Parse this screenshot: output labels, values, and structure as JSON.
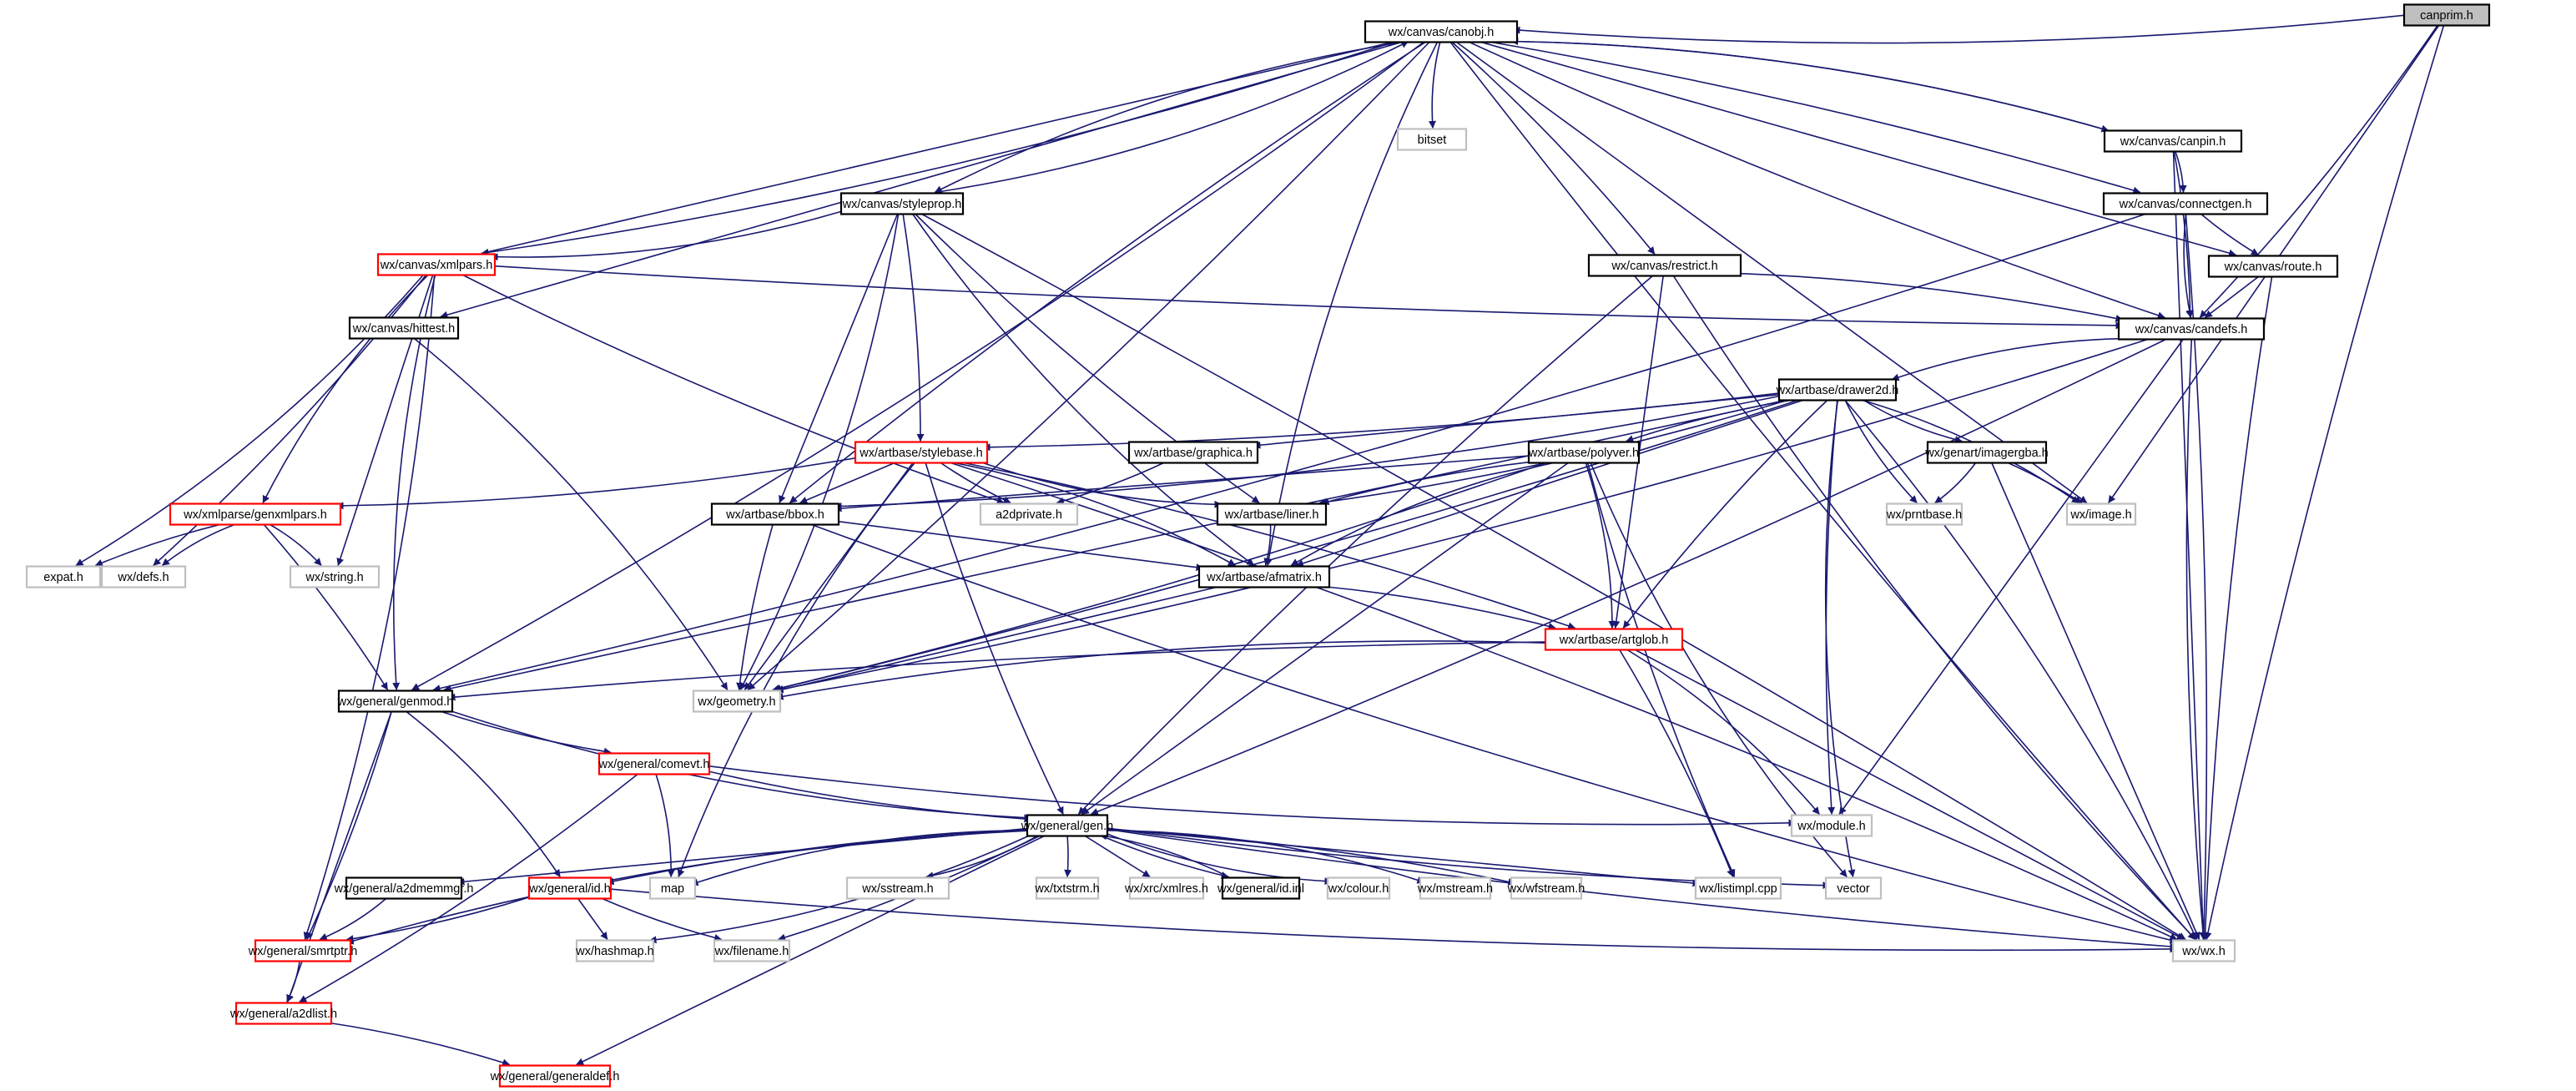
{
  "title": "canprim.h include dependency graph",
  "colors": {
    "edge": "#191970",
    "root_fill": "#bfbfbf",
    "normal_border": "#000000",
    "truncated_border": "#ff0000",
    "external_border": "#bfbfbf",
    "node_fill": "#ffffff"
  },
  "nodes": [
    {
      "id": "canprim",
      "label": "canprim.h",
      "kind": "root"
    },
    {
      "id": "canobj",
      "label": "wx/canvas/canobj.h",
      "kind": "normal"
    },
    {
      "id": "bitset",
      "label": "bitset",
      "kind": "external"
    },
    {
      "id": "canpin",
      "label": "wx/canvas/canpin.h",
      "kind": "normal"
    },
    {
      "id": "connectgen",
      "label": "wx/canvas/connectgen.h",
      "kind": "normal"
    },
    {
      "id": "route",
      "label": "wx/canvas/route.h",
      "kind": "normal"
    },
    {
      "id": "candefs",
      "label": "wx/canvas/candefs.h",
      "kind": "normal"
    },
    {
      "id": "styleprop",
      "label": "wx/canvas/styleprop.h",
      "kind": "normal"
    },
    {
      "id": "xmlpars",
      "label": "wx/canvas/xmlpars.h",
      "kind": "truncated"
    },
    {
      "id": "restrict",
      "label": "wx/canvas/restrict.h",
      "kind": "normal"
    },
    {
      "id": "hittest",
      "label": "wx/canvas/hittest.h",
      "kind": "normal"
    },
    {
      "id": "drawer2d",
      "label": "wx/artbase/drawer2d.h",
      "kind": "normal"
    },
    {
      "id": "stylebase",
      "label": "wx/artbase/stylebase.h",
      "kind": "truncated"
    },
    {
      "id": "graphica",
      "label": "wx/artbase/graphica.h",
      "kind": "normal"
    },
    {
      "id": "polyver",
      "label": "wx/artbase/polyver.h",
      "kind": "normal"
    },
    {
      "id": "imagergba",
      "label": "wx/genart/imagergba.h",
      "kind": "normal"
    },
    {
      "id": "genxmlpars",
      "label": "wx/xmlparse/genxmlpars.h",
      "kind": "truncated"
    },
    {
      "id": "bbox",
      "label": "wx/artbase/bbox.h",
      "kind": "normal"
    },
    {
      "id": "a2dprivate",
      "label": "a2dprivate.h",
      "kind": "external"
    },
    {
      "id": "liner",
      "label": "wx/artbase/liner.h",
      "kind": "normal"
    },
    {
      "id": "prntbase",
      "label": "wx/prntbase.h",
      "kind": "external"
    },
    {
      "id": "image",
      "label": "wx/image.h",
      "kind": "external"
    },
    {
      "id": "expat",
      "label": "expat.h",
      "kind": "external"
    },
    {
      "id": "defs",
      "label": "wx/defs.h",
      "kind": "external"
    },
    {
      "id": "string",
      "label": "wx/string.h",
      "kind": "external"
    },
    {
      "id": "afmatrix",
      "label": "wx/artbase/afmatrix.h",
      "kind": "normal"
    },
    {
      "id": "artglob",
      "label": "wx/artbase/artglob.h",
      "kind": "truncated"
    },
    {
      "id": "genmod",
      "label": "wx/general/genmod.h",
      "kind": "normal"
    },
    {
      "id": "geometry",
      "label": "wx/geometry.h",
      "kind": "external"
    },
    {
      "id": "comevt",
      "label": "wx/general/comevt.h",
      "kind": "truncated"
    },
    {
      "id": "module",
      "label": "wx/module.h",
      "kind": "external"
    },
    {
      "id": "gen",
      "label": "wx/general/gen.h",
      "kind": "normal"
    },
    {
      "id": "a2dmemmgr",
      "label": "wx/general/a2dmemmgr.h",
      "kind": "normal"
    },
    {
      "id": "id",
      "label": "wx/general/id.h",
      "kind": "truncated"
    },
    {
      "id": "map",
      "label": "map",
      "kind": "external"
    },
    {
      "id": "sstream",
      "label": "wx/sstream.h",
      "kind": "external"
    },
    {
      "id": "txtstrm",
      "label": "wx/txtstrm.h",
      "kind": "external"
    },
    {
      "id": "xmlres",
      "label": "wx/xrc/xmlres.h",
      "kind": "external"
    },
    {
      "id": "idinl",
      "label": "wx/general/id.inl",
      "kind": "normal"
    },
    {
      "id": "colour",
      "label": "wx/colour.h",
      "kind": "external"
    },
    {
      "id": "mstream",
      "label": "wx/mstream.h",
      "kind": "external"
    },
    {
      "id": "wfstream",
      "label": "wx/wfstream.h",
      "kind": "external"
    },
    {
      "id": "listimpl",
      "label": "wx/listimpl.cpp",
      "kind": "external"
    },
    {
      "id": "vector",
      "label": "vector",
      "kind": "external"
    },
    {
      "id": "smrtptr",
      "label": "wx/general/smrtptr.h",
      "kind": "truncated"
    },
    {
      "id": "hashmap",
      "label": "wx/hashmap.h",
      "kind": "external"
    },
    {
      "id": "filename",
      "label": "wx/filename.h",
      "kind": "external"
    },
    {
      "id": "wx",
      "label": "wx/wx.h",
      "kind": "external"
    },
    {
      "id": "a2dlist",
      "label": "wx/general/a2dlist.h",
      "kind": "truncated"
    },
    {
      "id": "generaldef",
      "label": "wx/general/generaldef.h",
      "kind": "truncated"
    }
  ],
  "edges": [
    [
      "canprim",
      "canobj"
    ],
    [
      "canprim",
      "candefs"
    ],
    [
      "canprim",
      "image"
    ],
    [
      "canprim",
      "wx"
    ],
    [
      "canobj",
      "bitset"
    ],
    [
      "canobj",
      "canpin"
    ],
    [
      "canobj",
      "connectgen"
    ],
    [
      "canobj",
      "route"
    ],
    [
      "canobj",
      "candefs"
    ],
    [
      "canobj",
      "styleprop"
    ],
    [
      "canobj",
      "xmlpars"
    ],
    [
      "canobj",
      "restrict"
    ],
    [
      "canobj",
      "hittest"
    ],
    [
      "canobj",
      "bbox"
    ],
    [
      "canobj",
      "afmatrix"
    ],
    [
      "canobj",
      "genmod"
    ],
    [
      "canobj",
      "geometry"
    ],
    [
      "canobj",
      "image"
    ],
    [
      "canobj",
      "wx"
    ],
    [
      "canpin",
      "canobj"
    ],
    [
      "canpin",
      "connectgen"
    ],
    [
      "canpin",
      "candefs"
    ],
    [
      "canpin",
      "wx"
    ],
    [
      "connectgen",
      "route"
    ],
    [
      "connectgen",
      "candefs"
    ],
    [
      "connectgen",
      "genmod"
    ],
    [
      "connectgen",
      "wx"
    ],
    [
      "route",
      "candefs"
    ],
    [
      "route",
      "wx"
    ],
    [
      "candefs",
      "drawer2d"
    ],
    [
      "candefs",
      "geometry"
    ],
    [
      "candefs",
      "gen"
    ],
    [
      "candefs",
      "module"
    ],
    [
      "candefs",
      "wx"
    ],
    [
      "styleprop",
      "canobj"
    ],
    [
      "styleprop",
      "xmlpars"
    ],
    [
      "styleprop",
      "stylebase"
    ],
    [
      "styleprop",
      "bbox"
    ],
    [
      "styleprop",
      "liner"
    ],
    [
      "styleprop",
      "afmatrix"
    ],
    [
      "styleprop",
      "geometry"
    ],
    [
      "styleprop",
      "wx"
    ],
    [
      "xmlpars",
      "canobj"
    ],
    [
      "xmlpars",
      "candefs"
    ],
    [
      "xmlpars",
      "genxmlpars"
    ],
    [
      "xmlpars",
      "expat"
    ],
    [
      "xmlpars",
      "defs"
    ],
    [
      "xmlpars",
      "string"
    ],
    [
      "xmlpars",
      "a2dprivate"
    ],
    [
      "xmlpars",
      "genmod"
    ],
    [
      "xmlpars",
      "smrtptr"
    ],
    [
      "restrict",
      "candefs"
    ],
    [
      "restrict",
      "artglob"
    ],
    [
      "restrict",
      "gen"
    ],
    [
      "restrict",
      "wx"
    ],
    [
      "hittest",
      "geometry"
    ],
    [
      "drawer2d",
      "stylebase"
    ],
    [
      "drawer2d",
      "graphica"
    ],
    [
      "drawer2d",
      "polyver"
    ],
    [
      "drawer2d",
      "imagergba"
    ],
    [
      "drawer2d",
      "bbox"
    ],
    [
      "drawer2d",
      "liner"
    ],
    [
      "drawer2d",
      "afmatrix"
    ],
    [
      "drawer2d",
      "artglob"
    ],
    [
      "drawer2d",
      "prntbase"
    ],
    [
      "drawer2d",
      "image"
    ],
    [
      "drawer2d",
      "geometry"
    ],
    [
      "drawer2d",
      "genmod"
    ],
    [
      "drawer2d",
      "module"
    ],
    [
      "drawer2d",
      "vector"
    ],
    [
      "drawer2d",
      "wx"
    ],
    [
      "stylebase",
      "genxmlpars"
    ],
    [
      "stylebase",
      "bbox"
    ],
    [
      "stylebase",
      "a2dprivate"
    ],
    [
      "stylebase",
      "liner"
    ],
    [
      "stylebase",
      "afmatrix"
    ],
    [
      "stylebase",
      "artglob"
    ],
    [
      "stylebase",
      "geometry"
    ],
    [
      "stylebase",
      "gen"
    ],
    [
      "stylebase",
      "map"
    ],
    [
      "stylebase",
      "wx"
    ],
    [
      "graphica",
      "a2dprivate"
    ],
    [
      "polyver",
      "bbox"
    ],
    [
      "polyver",
      "liner"
    ],
    [
      "polyver",
      "afmatrix"
    ],
    [
      "polyver",
      "artglob"
    ],
    [
      "polyver",
      "geometry"
    ],
    [
      "polyver",
      "gen"
    ],
    [
      "polyver",
      "listimpl"
    ],
    [
      "polyver",
      "vector"
    ],
    [
      "imagergba",
      "prntbase"
    ],
    [
      "imagergba",
      "image"
    ],
    [
      "imagergba",
      "wx"
    ],
    [
      "genxmlpars",
      "expat"
    ],
    [
      "genxmlpars",
      "defs"
    ],
    [
      "genxmlpars",
      "string"
    ],
    [
      "genxmlpars",
      "genmod"
    ],
    [
      "bbox",
      "afmatrix"
    ],
    [
      "bbox",
      "geometry"
    ],
    [
      "bbox",
      "wx"
    ],
    [
      "liner",
      "afmatrix"
    ],
    [
      "afmatrix",
      "artglob"
    ],
    [
      "afmatrix",
      "geometry"
    ],
    [
      "artglob",
      "genmod"
    ],
    [
      "artglob",
      "geometry"
    ],
    [
      "artglob",
      "module"
    ],
    [
      "artglob",
      "listimpl"
    ],
    [
      "artglob",
      "wx"
    ],
    [
      "genmod",
      "comevt"
    ],
    [
      "genmod",
      "gen"
    ],
    [
      "genmod",
      "id"
    ],
    [
      "genmod",
      "smrtptr"
    ],
    [
      "genmod",
      "a2dlist"
    ],
    [
      "comevt",
      "gen"
    ],
    [
      "comevt",
      "module"
    ],
    [
      "comevt",
      "map"
    ],
    [
      "comevt",
      "a2dlist"
    ],
    [
      "gen",
      "a2dmemmgr"
    ],
    [
      "gen",
      "id"
    ],
    [
      "gen",
      "map"
    ],
    [
      "gen",
      "sstream"
    ],
    [
      "gen",
      "txtstrm"
    ],
    [
      "gen",
      "xmlres"
    ],
    [
      "gen",
      "idinl"
    ],
    [
      "gen",
      "colour"
    ],
    [
      "gen",
      "mstream"
    ],
    [
      "gen",
      "wfstream"
    ],
    [
      "gen",
      "listimpl"
    ],
    [
      "gen",
      "vector"
    ],
    [
      "gen",
      "smrtptr"
    ],
    [
      "gen",
      "hashmap"
    ],
    [
      "gen",
      "filename"
    ],
    [
      "gen",
      "generaldef"
    ],
    [
      "gen",
      "wx"
    ],
    [
      "idinl",
      "gen"
    ],
    [
      "a2dmemmgr",
      "smrtptr"
    ],
    [
      "id",
      "smrtptr"
    ],
    [
      "id",
      "hashmap"
    ],
    [
      "id",
      "filename"
    ],
    [
      "id",
      "wx"
    ],
    [
      "smrtptr",
      "a2dlist"
    ],
    [
      "a2dlist",
      "generaldef"
    ]
  ]
}
